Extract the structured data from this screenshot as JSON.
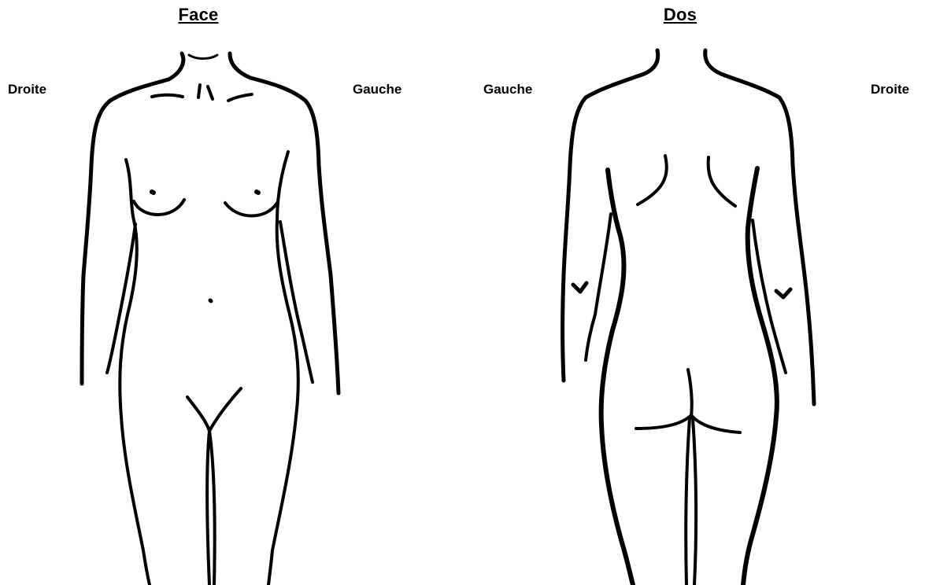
{
  "front": {
    "title": "Face",
    "side_right": "Droite",
    "side_left": "Gauche"
  },
  "back": {
    "title": "Dos",
    "side_left": "Gauche",
    "side_right": "Droite"
  }
}
